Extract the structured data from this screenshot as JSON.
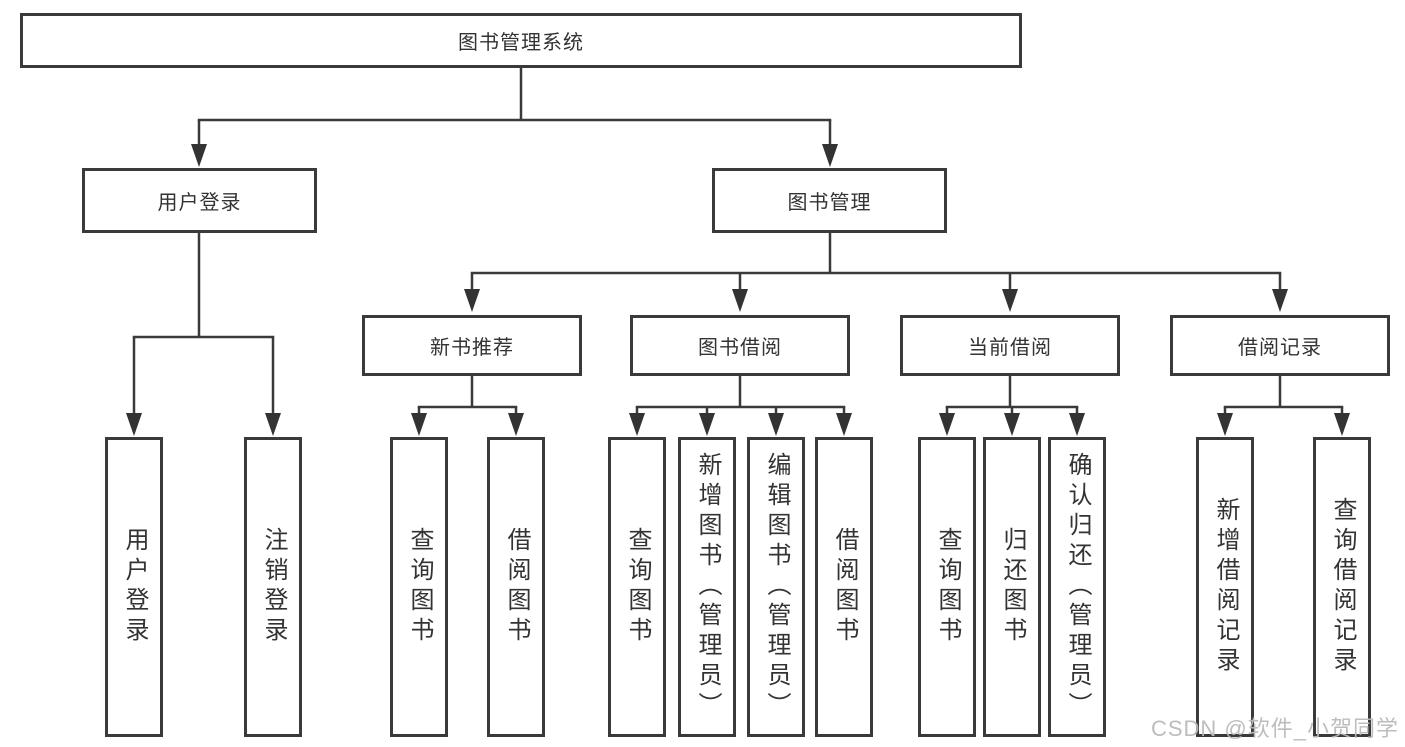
{
  "diagram": {
    "root": {
      "label": "图书管理系统"
    },
    "level2": [
      {
        "label": "用户登录"
      },
      {
        "label": "图书管理"
      }
    ],
    "level3": [
      {
        "label": "新书推荐"
      },
      {
        "label": "图书借阅"
      },
      {
        "label": "当前借阅"
      },
      {
        "label": "借阅记录"
      }
    ],
    "leaves": [
      {
        "group": "用户登录",
        "label": "用户登录"
      },
      {
        "group": "用户登录",
        "label": "注销登录"
      },
      {
        "group": "新书推荐",
        "label": "查询图书"
      },
      {
        "group": "新书推荐",
        "label": "借阅图书"
      },
      {
        "group": "图书借阅",
        "label": "查询图书"
      },
      {
        "group": "图书借阅",
        "label": "新增图书（管理员）"
      },
      {
        "group": "图书借阅",
        "label": "编辑图书（管理员）"
      },
      {
        "group": "图书借阅",
        "label": "借阅图书"
      },
      {
        "group": "当前借阅",
        "label": "查询图书"
      },
      {
        "group": "当前借阅",
        "label": "归还图书"
      },
      {
        "group": "当前借阅",
        "label": "确认归还（管理员）"
      },
      {
        "group": "借阅记录",
        "label": "新增借阅记录"
      },
      {
        "group": "借阅记录",
        "label": "查询借阅记录"
      }
    ],
    "watermark": "CSDN @软件_小贺同学",
    "colors": {
      "line": "#3a3a3a",
      "box_border": "#3a3a3a",
      "text": "#333333",
      "watermark": "#b9b9b9",
      "background": "#ffffff"
    }
  }
}
